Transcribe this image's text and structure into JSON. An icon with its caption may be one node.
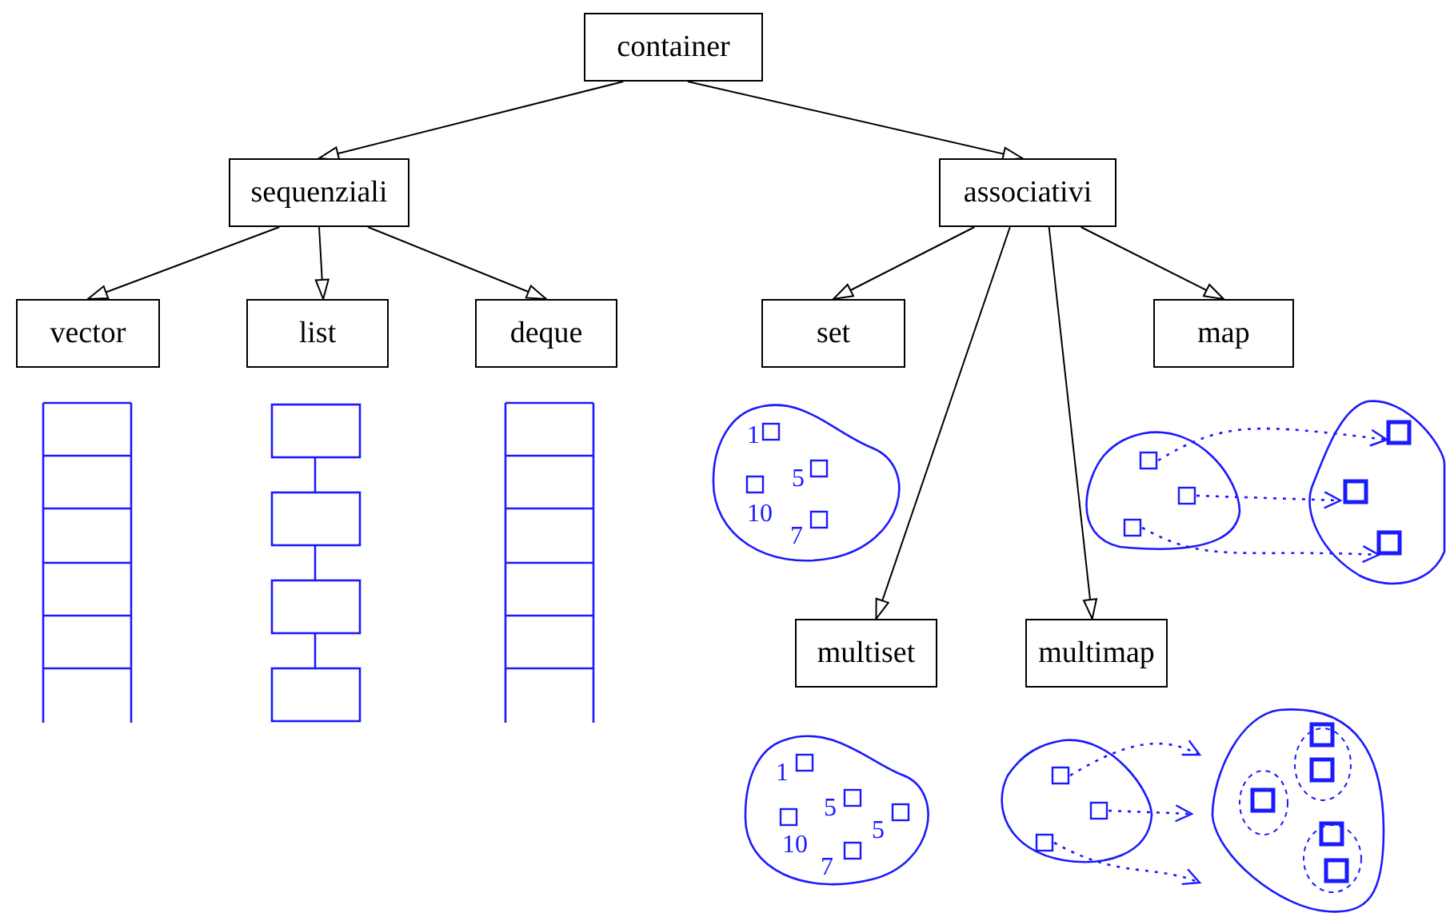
{
  "diagram": {
    "nodes": [
      {
        "text": [
          "container"
        ]
      },
      {
        "text": [
          "sequenziali"
        ]
      },
      {
        "text": [
          "associativi"
        ]
      },
      {
        "text": [
          "vector"
        ]
      },
      {
        "text": [
          "list"
        ]
      },
      {
        "text": [
          "deque"
        ]
      },
      {
        "text": [
          "set"
        ]
      },
      {
        "text": [
          "map"
        ]
      },
      {
        "text": [
          "multiset"
        ]
      },
      {
        "text": [
          "multimap"
        ]
      }
    ],
    "edges": [
      {
        "from": 0,
        "to": 1,
        "arrow": "to"
      },
      {
        "from": 0,
        "to": 2,
        "arrow": "to"
      },
      {
        "from": 1,
        "to": 3,
        "arrow": "to"
      },
      {
        "from": 1,
        "to": 4,
        "arrow": "to"
      },
      {
        "from": 1,
        "to": 5,
        "arrow": "to"
      },
      {
        "from": 2,
        "to": 6,
        "arrow": "to"
      },
      {
        "from": 2,
        "to": 8,
        "arrow": "to"
      },
      {
        "from": 2,
        "to": 9,
        "arrow": "to"
      },
      {
        "from": 2,
        "to": 7,
        "arrow": "to"
      }
    ],
    "labels": [
      "1",
      "5",
      "10",
      "7",
      "1",
      "5",
      "5",
      "10",
      "7"
    ]
  }
}
